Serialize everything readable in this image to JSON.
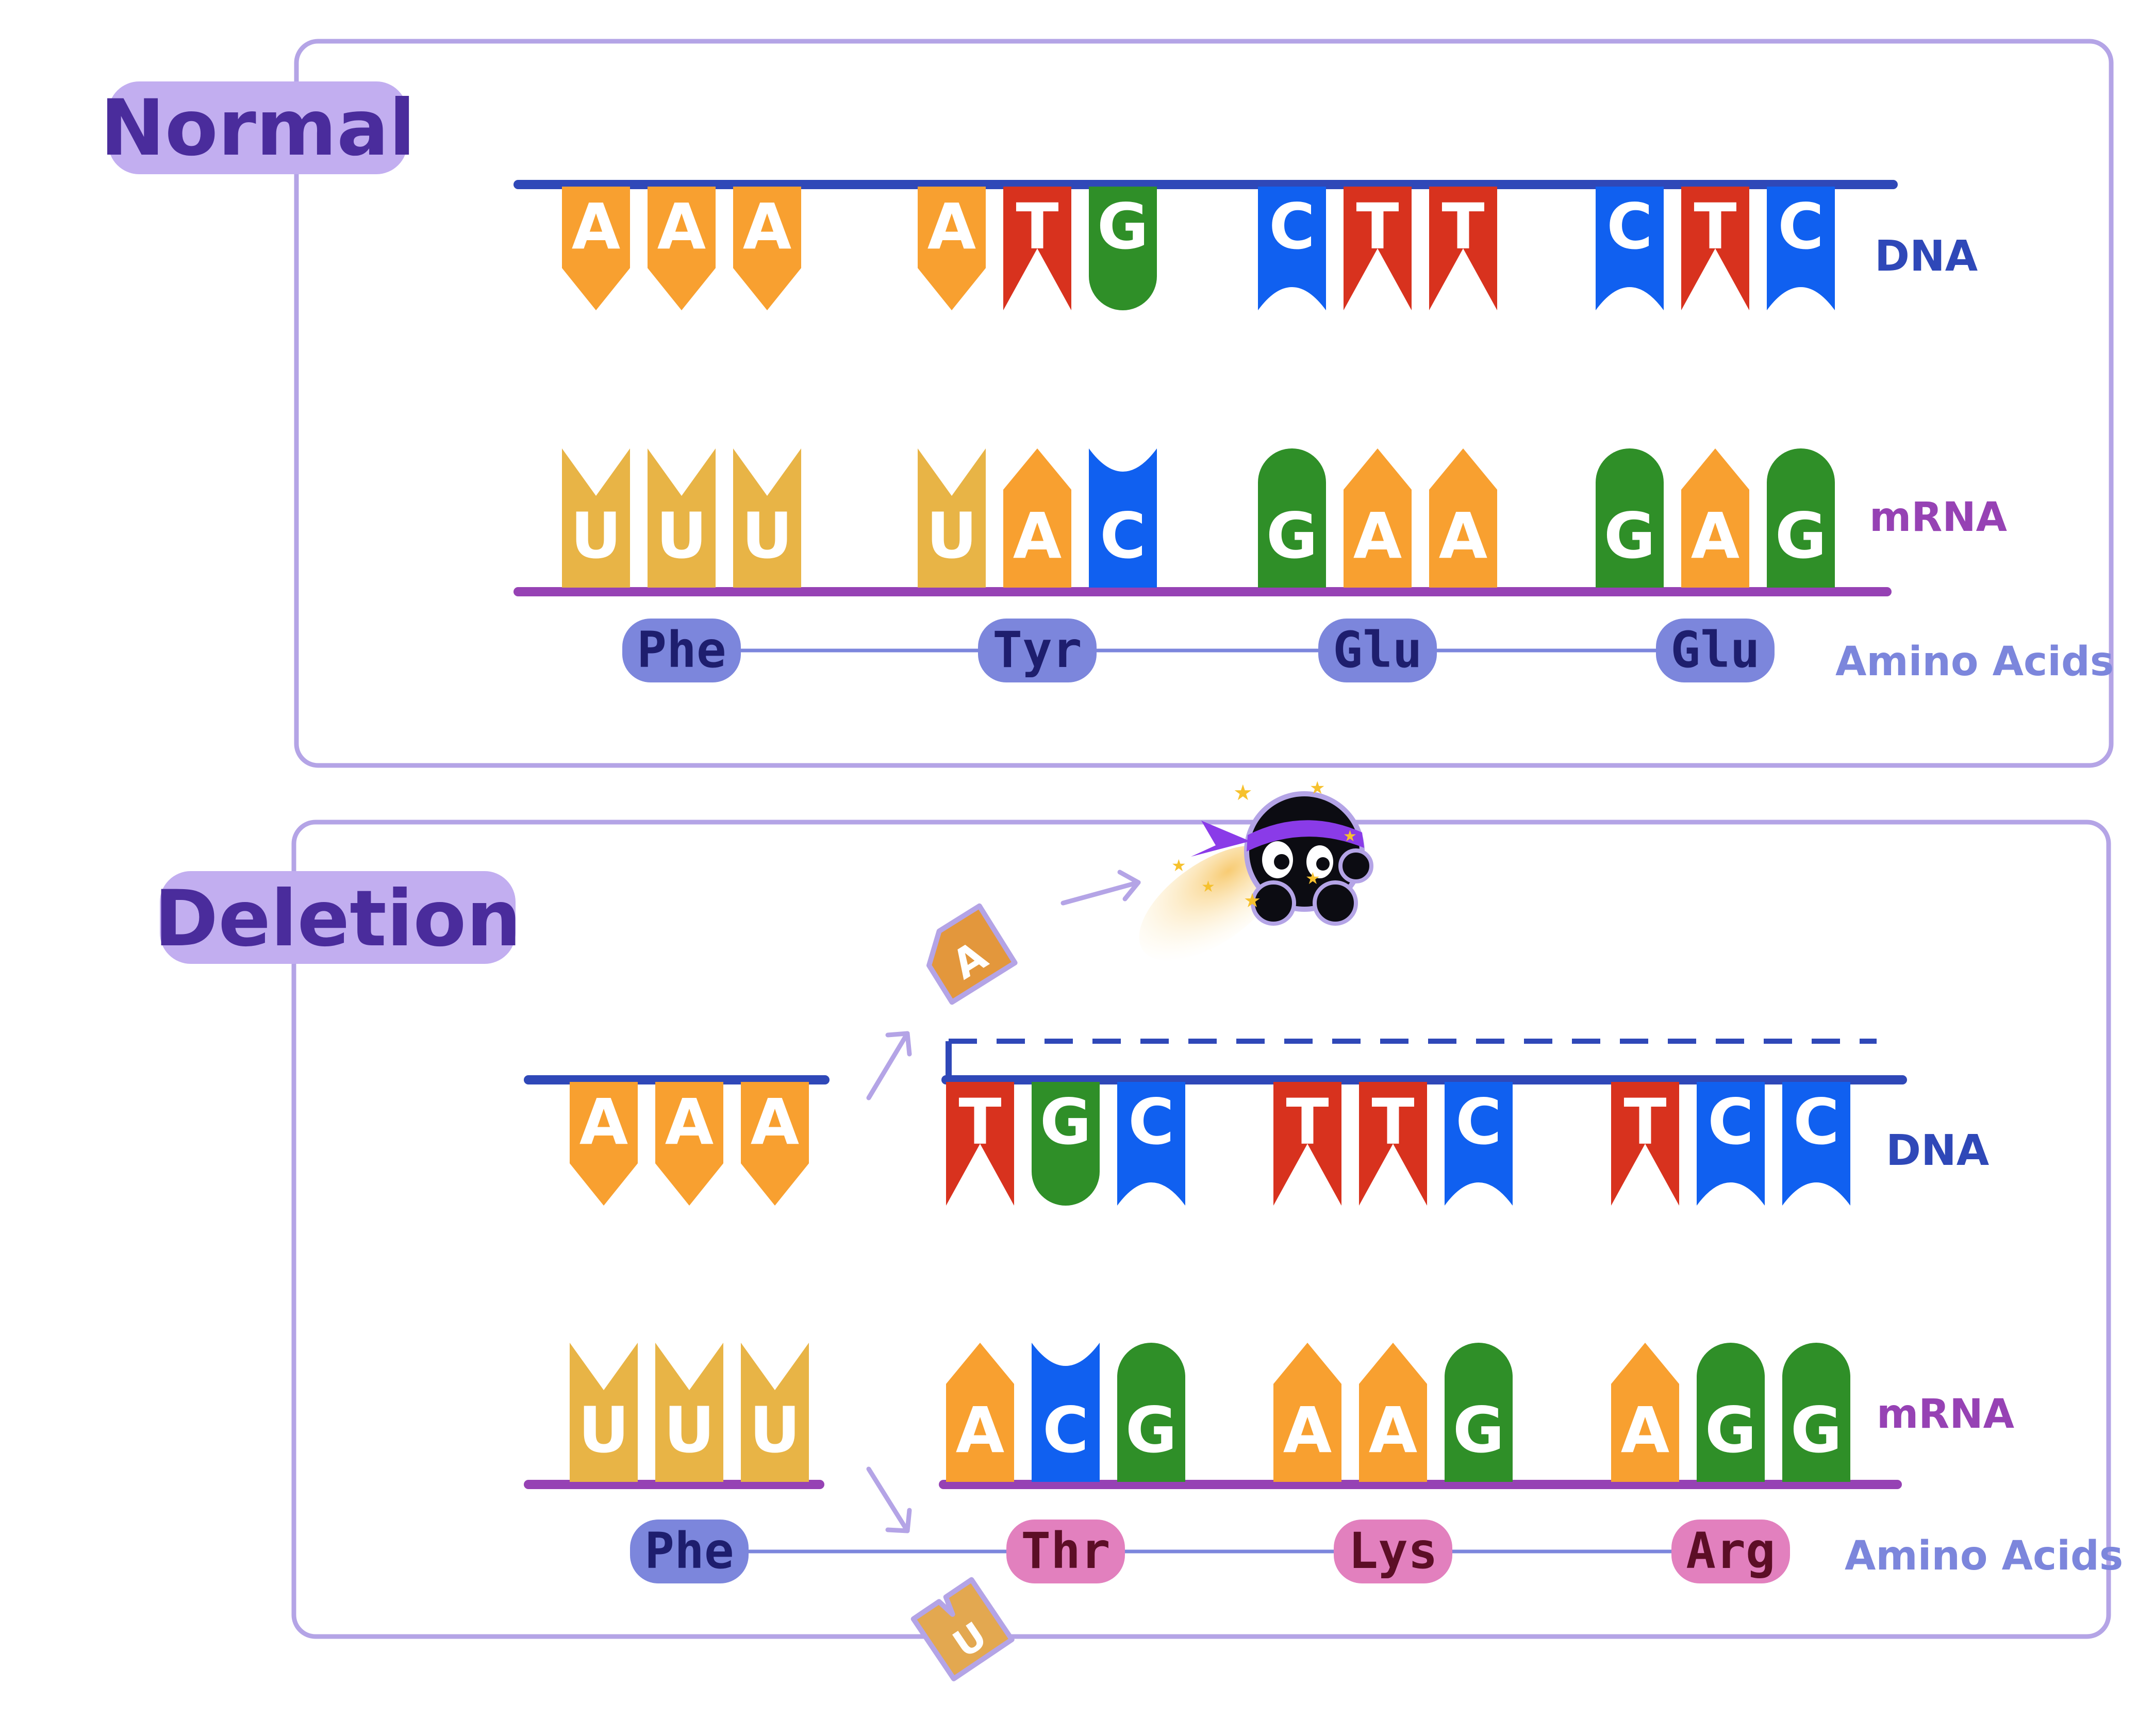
{
  "colors": {
    "A": "#F8A030",
    "T": "#D8321E",
    "G": "#2F8F28",
    "C": "#1060F0",
    "U": "#E8B446",
    "dna_line": "#2F48B8",
    "mrna_line": "#9642B4",
    "frame": "#B4A4E6",
    "title_text": "#4A2C9C",
    "title_bg": "#C2AEF0",
    "aa_normal": "#7C86DC",
    "aa_normal_text": "#1E1E6E",
    "aa_mutant": "#E280BE",
    "aa_mutant_text": "#5C0E26",
    "aa_label": "#7C86DC",
    "dna_label": "#2F48B8",
    "mrna_label": "#9642B4"
  },
  "normal": {
    "title": "Normal",
    "dna_label": "DNA",
    "mrna_label": "mRNA",
    "aa_label": "Amino Acids",
    "dna_codons": [
      "AAA",
      "ATG",
      "CTT",
      "CTC"
    ],
    "mrna_codons": [
      "UUU",
      "UAC",
      "GAA",
      "GAG"
    ],
    "amino_acids": [
      {
        "name": "Phe",
        "mutant": false
      },
      {
        "name": "Tyr",
        "mutant": false
      },
      {
        "name": "Glu",
        "mutant": false
      },
      {
        "name": "Glu",
        "mutant": false
      }
    ]
  },
  "deletion": {
    "title": "Deletion",
    "dna_label": "DNA",
    "mrna_label": "mRNA",
    "aa_label": "Amino Acids",
    "dna_codons": [
      "AAA",
      "TGC",
      "TTC",
      "TCC"
    ],
    "mrna_codons": [
      "UUU",
      "ACG",
      "AAG",
      "AGG"
    ],
    "amino_acids": [
      {
        "name": "Phe",
        "mutant": false
      },
      {
        "name": "Thr",
        "mutant": true
      },
      {
        "name": "Lys",
        "mutant": true
      },
      {
        "name": "Arg",
        "mutant": true
      }
    ],
    "deleted_dna_base": "A",
    "deleted_mrna_base": "U",
    "mascot_icon": "ninja-mascot-icon"
  }
}
